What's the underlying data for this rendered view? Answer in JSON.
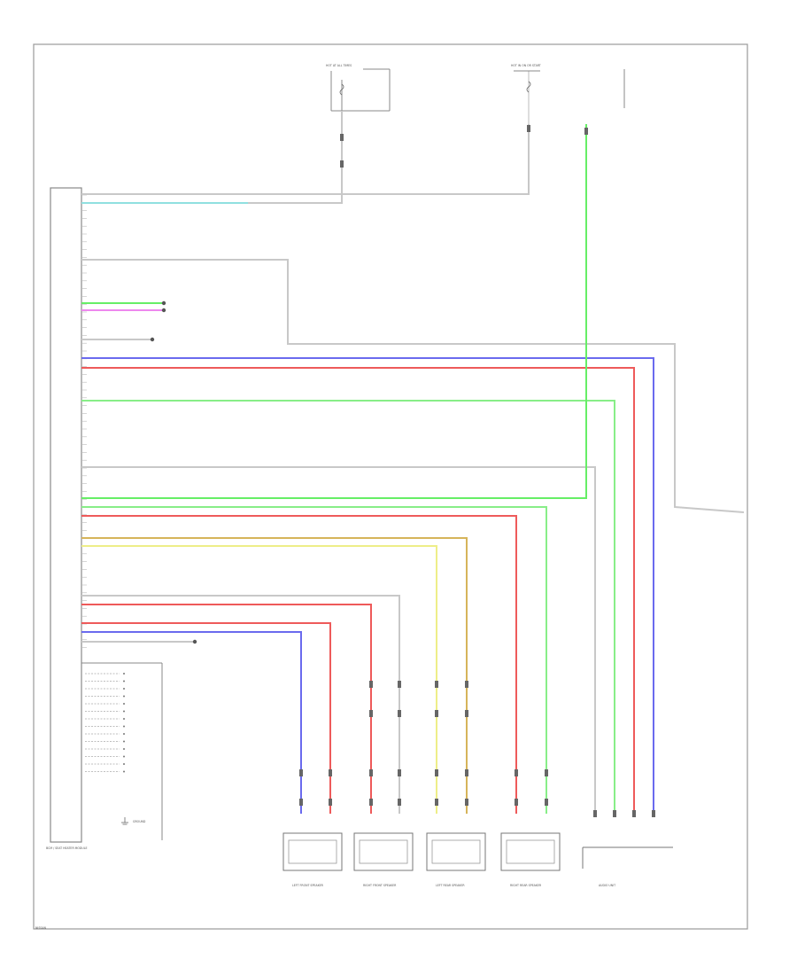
{
  "diagram": {
    "footer_code": "NISSAN",
    "colors": {
      "gray": "#c8c8c8",
      "light_blue": "#90e0e0",
      "light_green": "#66ee66",
      "pink": "#ee88ee",
      "blue": "#6a6aee",
      "red": "#ee5a5a",
      "green": "#88ee88",
      "yellow": "#eeee88",
      "tan": "#d6b45a",
      "frame": "#999999"
    },
    "modules": {
      "ecu": {
        "name": "BCM / SEAT HEATER MODULE"
      },
      "fuse_left": {
        "name": "HOT AT ALL TIMES"
      },
      "fuse_right": {
        "name": "HOT IN ON OR START"
      },
      "speakers": [
        {
          "name": "LEFT FRONT SPEAKER"
        },
        {
          "name": "RIGHT FRONT SPEAKER"
        },
        {
          "name": "LEFT REAR SPEAKER"
        },
        {
          "name": "RIGHT REAR SPEAKER"
        }
      ],
      "right_module": {
        "name": "AUDIO UNIT"
      },
      "ground_label": "GROUND"
    }
  }
}
